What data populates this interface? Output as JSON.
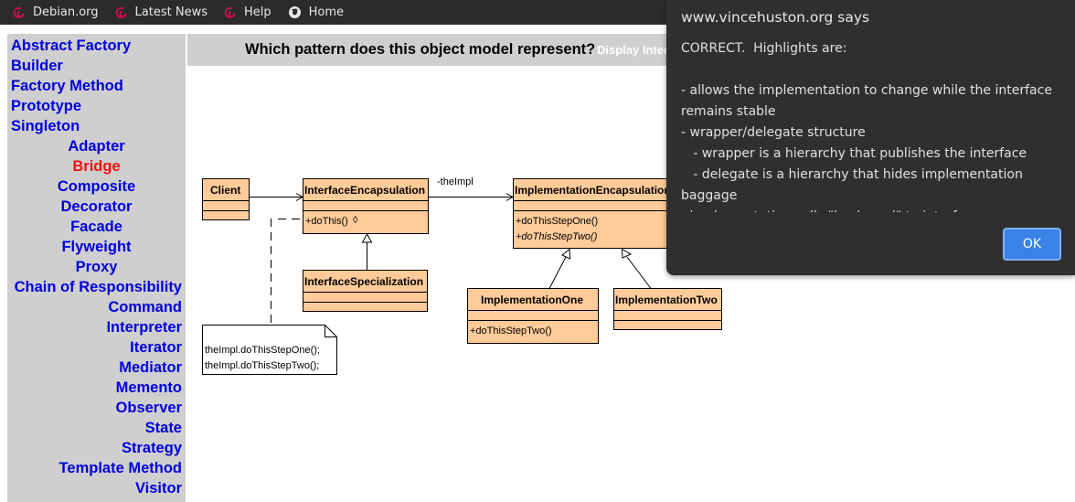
{
  "bookmarks": [
    {
      "label": "Debian.org",
      "icon": "debian-swirl-icon"
    },
    {
      "label": "Latest News",
      "icon": "debian-swirl-icon"
    },
    {
      "label": "Help",
      "icon": "debian-swirl-icon"
    },
    {
      "label": "Home",
      "icon": "globe-icon"
    }
  ],
  "menu": {
    "items": [
      "Abstract Factory",
      "Builder",
      "Factory Method",
      "Prototype",
      "Singleton",
      "Adapter",
      "Bridge",
      "Composite",
      "Decorator",
      "Facade",
      "Flyweight",
      "Proxy",
      "Chain of Responsibility",
      "Command",
      "Interpreter",
      "Iterator",
      "Mediator",
      "Memento",
      "Observer",
      "State",
      "Strategy",
      "Template Method",
      "Visitor"
    ],
    "active": "Bridge",
    "link_color": "#0000dd",
    "active_color": "#ee1111"
  },
  "question": {
    "text": "Which pattern does this object model represent?",
    "display_link": "Display Inter"
  },
  "uml": {
    "client": {
      "title": "Client"
    },
    "interface_encapsulation": {
      "title": "InterfaceEncapsulation",
      "method": "+doThis()"
    },
    "interface_specialization": {
      "title": "InterfaceSpecialization"
    },
    "implementation_encapsulation": {
      "title": "ImplementationEncapsulation",
      "method1": "+doThisStepOne()",
      "method2": "+doThisStepTwo()"
    },
    "implementation_one": {
      "title": "ImplementationOne",
      "method": "+doThisStepTwo()"
    },
    "implementation_two": {
      "title": "ImplementationTwo"
    },
    "association_label": "-theImpl",
    "note_line1": "theImpl.doThisStepOne();",
    "note_line2": "theImpl.doThisStepTwo();",
    "box_fill": "#ffcc99"
  },
  "alert": {
    "origin": "www.vincehuston.org says",
    "message": "CORRECT.  Highlights are:\n\n- allows the implementation to change while the interface remains stable\n- wrapper/delegate structure\n   - wrapper is a hierarchy that publishes the interface\n   - delegate is a hierarchy that hides implementation baggage\n- implementation calls \"backward\" to interface",
    "ok_label": "OK",
    "button_color": "#3b82e6"
  }
}
